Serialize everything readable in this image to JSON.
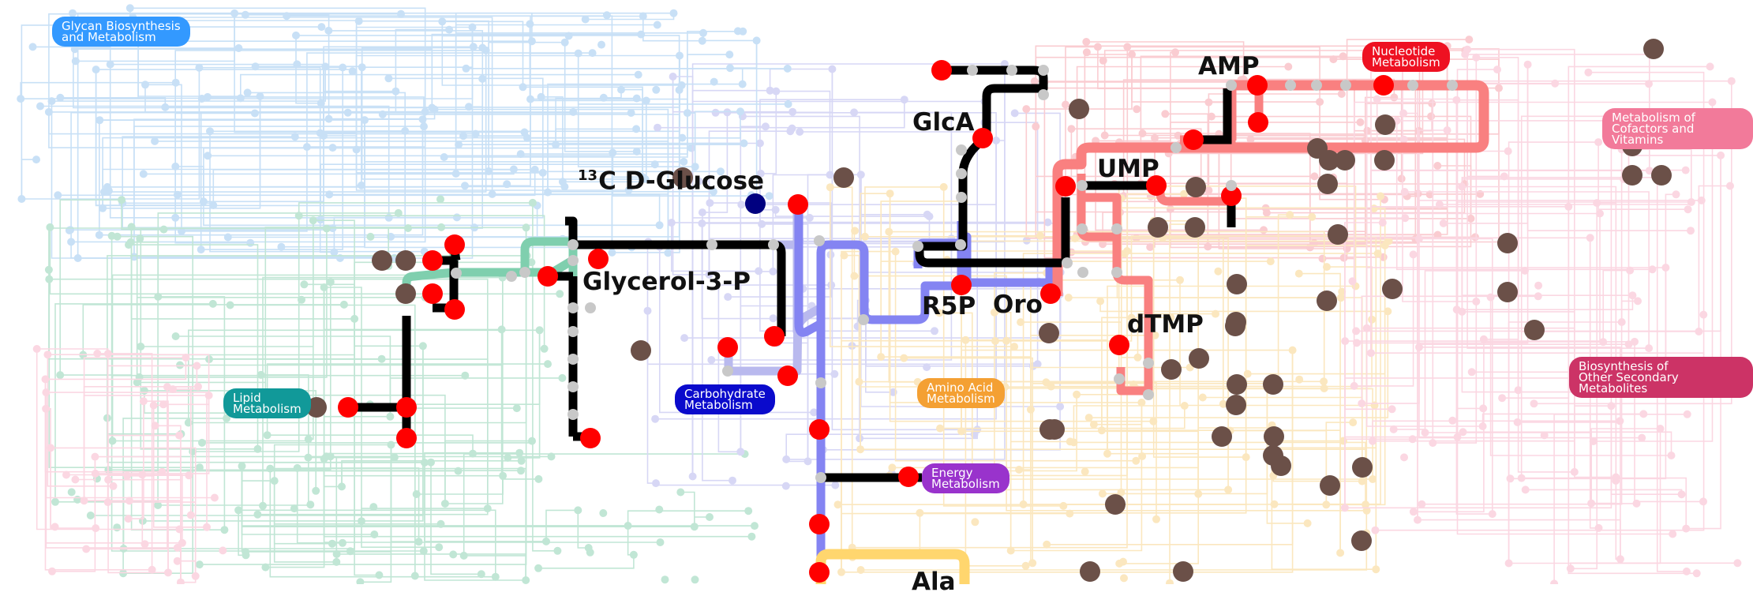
{
  "categories": {
    "glycan": {
      "label": "Glycan Biosynthesis\nand Metabolism",
      "color": "#3399ff"
    },
    "nucleotide": {
      "label": "Nucleotide\nMetabolism",
      "color": "#ee1122"
    },
    "cofactors": {
      "label": "Metabolism of\nCofactors and Vitamins",
      "color": "#f27a9a"
    },
    "secondary": {
      "label": "Biosynthesis of\nOther Secondary Metabolites",
      "color": "#cc3366"
    },
    "lipid": {
      "label": "Lipid\nMetabolism",
      "color": "#119999"
    },
    "carbohydrate": {
      "label": "Carbohydrate\nMetabolism",
      "color": "#0a0acc"
    },
    "amino_acid": {
      "label": "Amino Acid\nMetabolism",
      "color": "#f4a033"
    },
    "energy": {
      "label": "Energy\nMetabolism",
      "color": "#9933cc"
    }
  },
  "metabolites": {
    "glucose": {
      "iso": "13",
      "name": "C D-Glucose"
    },
    "glycerol3p": "Glycerol-3-P",
    "glca": "GlcA",
    "amp": "AMP",
    "ump": "UMP",
    "r5p": "R5P",
    "oro": "Oro",
    "dtmp": "dTMP",
    "ala": "Ala"
  },
  "colors": {
    "labeled_node": "#ff0000",
    "unlabeled_node": "#6b5048",
    "source_node": "#000080",
    "traced_path": "#000000",
    "glycan_bg": "#9cc8f0",
    "lipid_bg": "#8fd3b4",
    "nucleotide_bg": "#f6a4ac",
    "amino_bg": "#f8d58c",
    "carb_bg": "#b8b8ee",
    "cofactor_bg": "#f8b8cc"
  }
}
